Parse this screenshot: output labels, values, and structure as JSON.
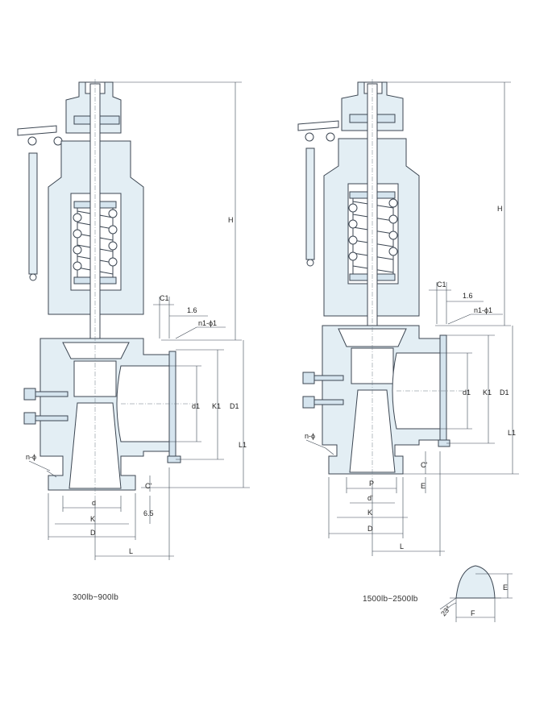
{
  "colors": {
    "body_fill": "#e3eef4",
    "line": "#3c4652",
    "background": "#ffffff"
  },
  "left_view": {
    "caption": "300lb~900lb",
    "labels": {
      "H": "H",
      "C1": "C1",
      "gap": "1.6",
      "n1phi1": "n1-ϕ1",
      "d1": "d1",
      "K1": "K1",
      "D1": "D1",
      "L1": "L1",
      "nphi": "n-ϕ",
      "Cprime": "C'",
      "t": "6.5",
      "d": "d",
      "K": "K",
      "D": "D",
      "L": "L"
    }
  },
  "right_view": {
    "caption": "1500lb~2500lb",
    "labels": {
      "H": "H",
      "C1": "C1",
      "gap": "1.6",
      "n1phi1": "n1-ϕ1",
      "d1": "d1",
      "K1": "K1",
      "D1": "D1",
      "L1": "L1",
      "nphi": "n-ϕ",
      "Cprime": "C'",
      "E": "E",
      "P": "P",
      "dprime": "d'",
      "K": "K",
      "D": "D",
      "L": "L"
    }
  },
  "detail": {
    "angle": "23°",
    "E": "E",
    "F": "F"
  }
}
